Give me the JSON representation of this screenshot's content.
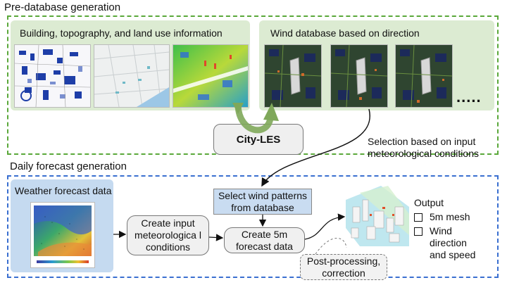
{
  "predatabase": {
    "title": "Pre-database generation",
    "building_panel_title": "Building, topography, and land use information",
    "wind_panel_title": "Wind database based on direction",
    "ellipsis": "....."
  },
  "city_les": {
    "label": "City-LES"
  },
  "selection_note": "Selection based on input meteorological conditions",
  "daily": {
    "title": "Daily forecast generation",
    "weather_panel_title": "Weather forecast data",
    "select_box": "Select wind patterns from database",
    "create_input_box": "Create input meteorologica l conditions",
    "create_5m_box": "Create 5m forecast data",
    "postprocessing_box": "Post-processing, correction",
    "output": {
      "title": "Output",
      "items": [
        "5m mesh",
        "Wind direction and speed"
      ]
    }
  },
  "colors": {
    "green_dash": "#5aa83a",
    "blue_dash": "#3a6fd0",
    "green_panel": "#dcebd2",
    "blue_panel": "#c5daf0",
    "arrow_green": "#7fa85a"
  }
}
